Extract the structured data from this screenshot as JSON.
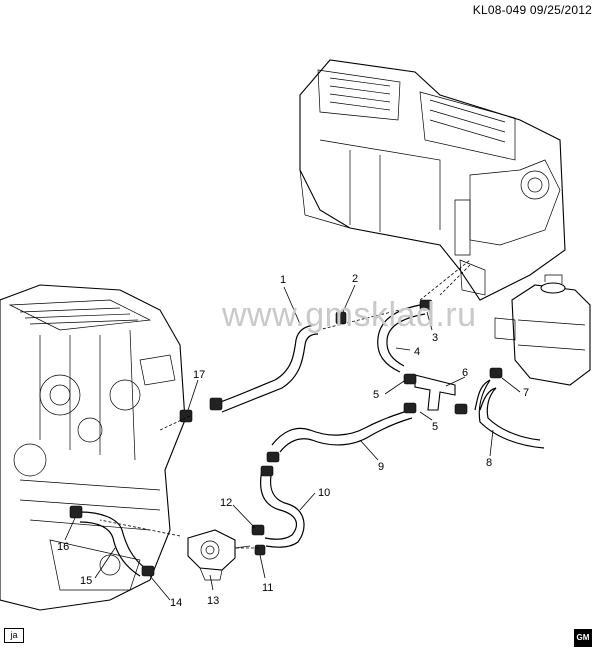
{
  "header": {
    "ref": "KL08-049  09/25/2012"
  },
  "watermark": "www.gmsklad.ru",
  "corner_left": "ja",
  "corner_right": "GM",
  "callouts": [
    {
      "id": "c1",
      "label": "1"
    },
    {
      "id": "c2",
      "label": "2"
    },
    {
      "id": "c3",
      "label": "3"
    },
    {
      "id": "c4",
      "label": "4"
    },
    {
      "id": "c5a",
      "label": "5"
    },
    {
      "id": "c5b",
      "label": "5"
    },
    {
      "id": "c6",
      "label": "6"
    },
    {
      "id": "c7",
      "label": "7"
    },
    {
      "id": "c8",
      "label": "8"
    },
    {
      "id": "c9",
      "label": "9"
    },
    {
      "id": "c10",
      "label": "10"
    },
    {
      "id": "c11",
      "label": "11"
    },
    {
      "id": "c12",
      "label": "12"
    },
    {
      "id": "c13",
      "label": "13"
    },
    {
      "id": "c14",
      "label": "14"
    },
    {
      "id": "c15",
      "label": "15"
    },
    {
      "id": "c16",
      "label": "16"
    },
    {
      "id": "c17",
      "label": "17"
    }
  ]
}
